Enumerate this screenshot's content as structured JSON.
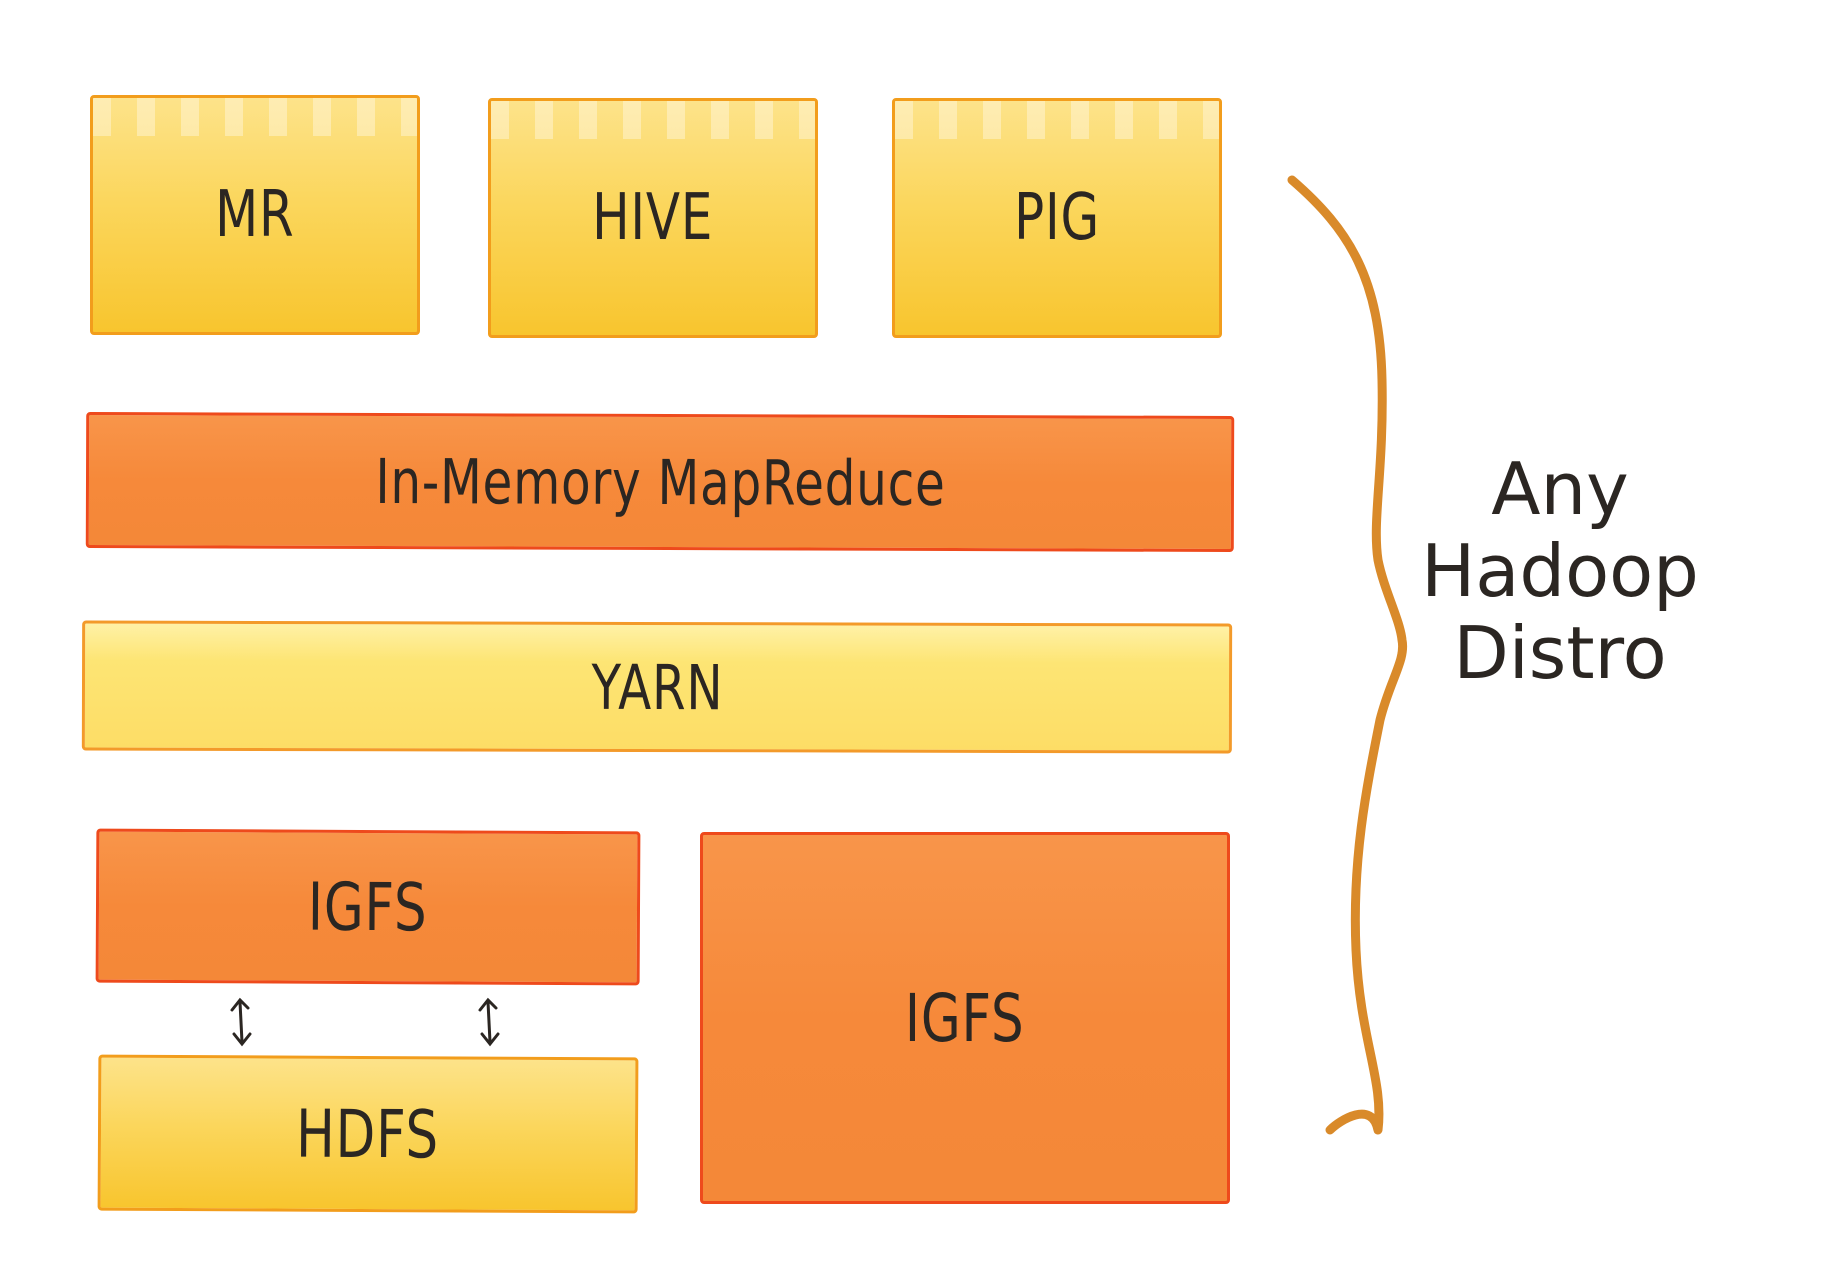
{
  "diagram": {
    "top_row": [
      {
        "label": "MR"
      },
      {
        "label": "HIVE"
      },
      {
        "label": "PIG"
      }
    ],
    "layer_inmemory": {
      "label": "In-Memory MapReduce"
    },
    "layer_yarn": {
      "label": "YARN"
    },
    "igfs_cache": {
      "label": "IGFS"
    },
    "hdfs": {
      "label": "HDFS"
    },
    "igfs_standalone": {
      "label": "IGFS"
    },
    "side_label": [
      "Any",
      "Hadoop",
      "Distro"
    ]
  },
  "colors": {
    "yellow": "#f9cd3d",
    "light_yellow": "#fde16a",
    "orange": "#f6893a",
    "orange_border": "#ee4a1c",
    "brace": "#d98a2a",
    "text": "#2b2622"
  }
}
